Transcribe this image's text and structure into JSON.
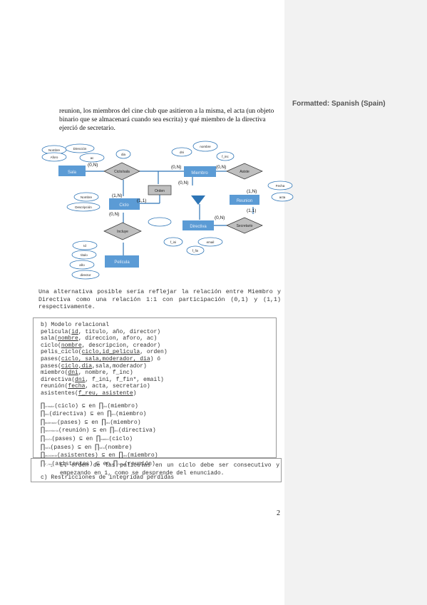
{
  "sidebar": {
    "label": "Formatted: Spanish (Spain)"
  },
  "intro_text": "reunion, los miembros del cine club que asitieron a la misma, el acta (un objeto binario que se almacenará cuando sea escrita) y qué miembro de la directiva ejerció de secretario.",
  "er": {
    "entities": {
      "sala": "Sala",
      "miembro": "Miembro",
      "ciclo": "Ciclo",
      "reunion": "Reunion",
      "directiva": "Directiva",
      "pelicula": "Película"
    },
    "relations": {
      "ciclo_sala": "Ciclo/sala",
      "asiste": "Asiste",
      "incluye": "Incluye",
      "secretario": "Secretario"
    },
    "attributes": {
      "sala": [
        "Nombre",
        "Dirección",
        "Aforo"
      ],
      "miembro": [
        "dni",
        "nombre",
        "f_inc"
      ],
      "sala_side": "ac",
      "relation_top": "dia",
      "ciclo": [
        "Nombre",
        "Descripción"
      ],
      "orden_box": "Orden",
      "directiva": [
        "f_ini",
        "email",
        "f_fin"
      ],
      "reunion": [
        "Fecha",
        "acta"
      ],
      "pelicula": [
        "Id",
        "titulo",
        "año",
        "director"
      ]
    },
    "cardinalities": {
      "c1": "(0,N)",
      "c2": "(0,N)",
      "c3": "(0,N)",
      "c4": "(0,N)",
      "c5": "(1,N)",
      "c6": "(1,1)",
      "c7": "(1,1)",
      "c8": "(1,N)",
      "c9": "(0,N)",
      "c10": "(0,N)"
    }
  },
  "alternative_text": "Una alternativa posible sería reflejar la relación entre Miembro y Directiva como una relación 1:1 con participación (0,1) y (1,1) respectivamente.",
  "model": {
    "heading": "b) Modelo relacional",
    "lines": [
      [
        "pelicula(",
        "id",
        ", titulo, año, director)"
      ],
      [
        "sala(",
        "nombre",
        ", direccion, aforo, ac)"
      ],
      [
        "ciclo(",
        "nombre",
        ", descripcion, creador)"
      ],
      [
        "pelis_ciclo(",
        "ciclo,id_pelicula",
        ", orden)"
      ],
      [
        "pases(",
        "ciclo, sala,moderador, dia",
        ") ó pases(",
        "ciclo,dia",
        ",sala,moderador)"
      ],
      [
        "miembro(",
        "dni",
        ", nombre, f_inc)"
      ],
      [
        "directiva(",
        "dni",
        ", f_ini, f_fin*, email)"
      ],
      [
        "reunión(",
        "fecha",
        ", acta, secretario)"
      ],
      [
        "asistentes(",
        "f_reu, asistente",
        ")"
      ]
    ],
    "constraints": [
      {
        "pi": "∏",
        "sub": "creador",
        "left": "(ciclo)",
        "op": "⊆",
        "word": "en",
        "rpi": "∏",
        "rsub": "dni",
        "right": "(miembro)"
      },
      {
        "pi": "∏",
        "sub": "dni",
        "left": "(directiva)",
        "op": "⊆",
        "word": "en",
        "rpi": "∏",
        "rsub": "dni",
        "right": "(miembro)"
      },
      {
        "pi": "∏",
        "sub": "moderador",
        "left": "(pases)",
        "op": "⊆",
        "word": "en",
        "rpi": "∏",
        "rsub": "dni",
        "right": "(miembro)"
      },
      {
        "pi": "∏",
        "sub": "secretario",
        "left": "(reunión)",
        "op": "⊆",
        "word": "en",
        "rpi": "∏",
        "rsub": "dni",
        "right": "(directiva)"
      },
      {
        "pi": "∏",
        "sub": "ciclo",
        "left": "(pases)",
        "op": "⊆",
        "word": "en",
        "rpi": "∏",
        "rsub": "nombre",
        "right": "(ciclo)"
      },
      {
        "pi": "∏",
        "sub": "sala",
        "left": "(pases)",
        "op": "⊆",
        "word": "en",
        "rpi": "∏",
        "rsub": "sala",
        "right": "(nombre)"
      },
      {
        "pi": "∏",
        "sub": "asistente",
        "left": "(asistentes)",
        "op": "⊆",
        "word": "en",
        "rpi": "∏",
        "rsub": "dni",
        "right": "(miembro)"
      },
      {
        "pi": "∏",
        "sub": "f_reu",
        "left": "(asistentes)",
        "op": "⊆",
        "word": "en",
        "rpi": "∏",
        "rsub": "fecha",
        "right": "(reunión)"
      }
    ],
    "restrictions_heading": "c) Restricciones de integridad perdidas"
  },
  "bullet": {
    "mark": "-",
    "text": "El orden de las películas en un ciclo debe ser consecutivo y empezando en 1, como se desprende del enunciado."
  },
  "page_number": "2",
  "colors": {
    "entity": "#5b9bd5",
    "relation": "#bfbfbf",
    "line": "#2e75b6"
  }
}
